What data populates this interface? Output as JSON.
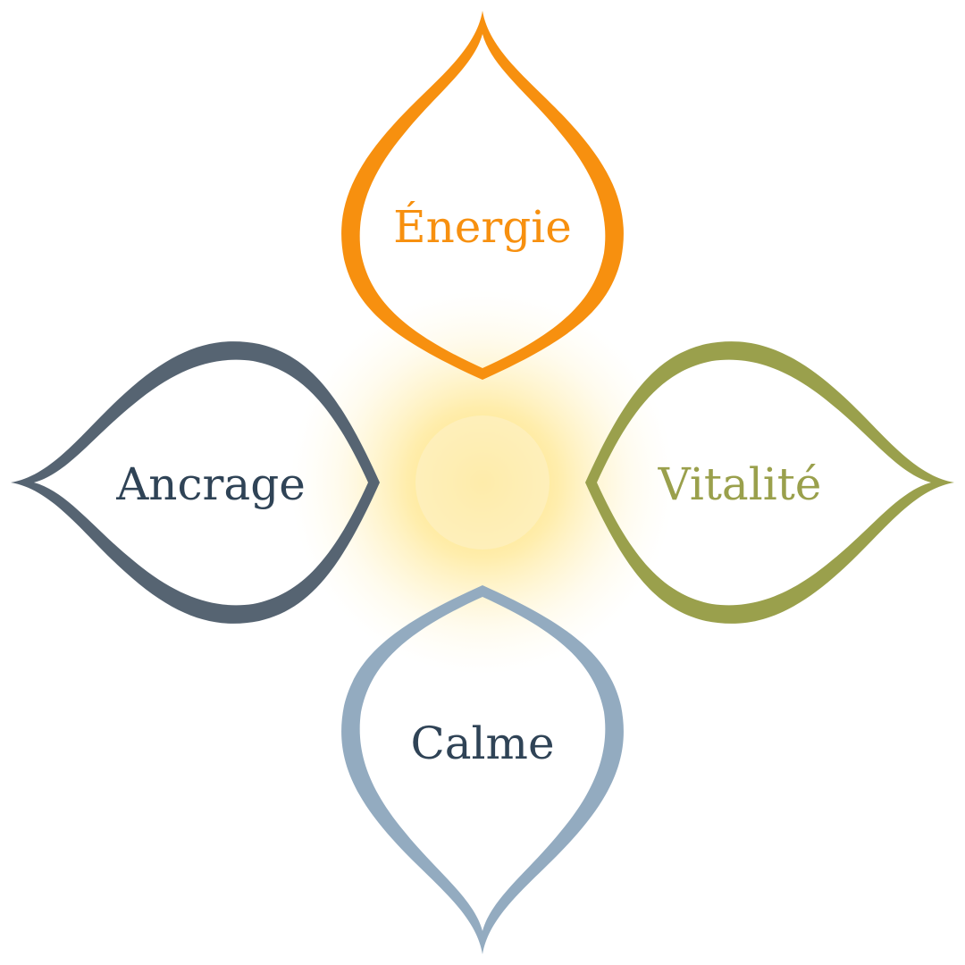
{
  "center": {
    "glow_color": "#ffd84a",
    "core_color": "#fdf0c2"
  },
  "petals": [
    {
      "key": "top",
      "label": "Énergie",
      "color": "#f7900f"
    },
    {
      "key": "left",
      "label": "Ancrage",
      "color": "#566472"
    },
    {
      "key": "right",
      "label": "Vitalité",
      "color": "#9aa04c"
    },
    {
      "key": "bottom",
      "label": "Calme",
      "color": "#93abc0"
    }
  ],
  "label_colors": {
    "top": "#f7900f",
    "left": "#2f4356",
    "right": "#9aa04c",
    "bottom": "#2f4356"
  }
}
